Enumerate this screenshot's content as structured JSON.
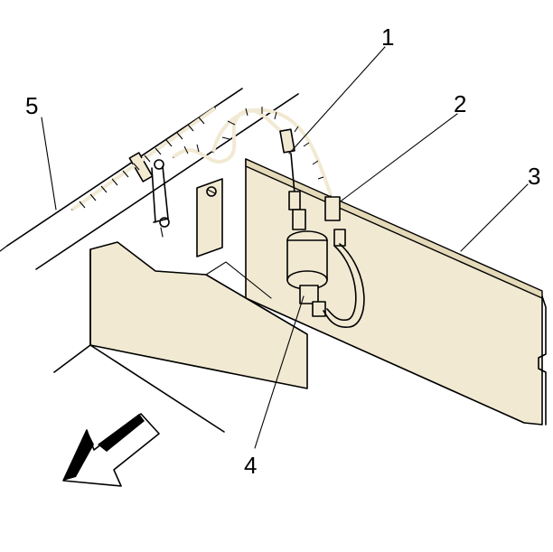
{
  "callouts": {
    "c1": "1",
    "c2": "2",
    "c3": "3",
    "c4": "4",
    "c5": "5"
  },
  "colors": {
    "ink": "#000000",
    "panel_fill": "#f1e9d2",
    "panel_edge_fill": "#e4d9b8",
    "background": "#ffffff"
  },
  "icons": {
    "direction_arrow": "front-direction-arrow-icon"
  }
}
